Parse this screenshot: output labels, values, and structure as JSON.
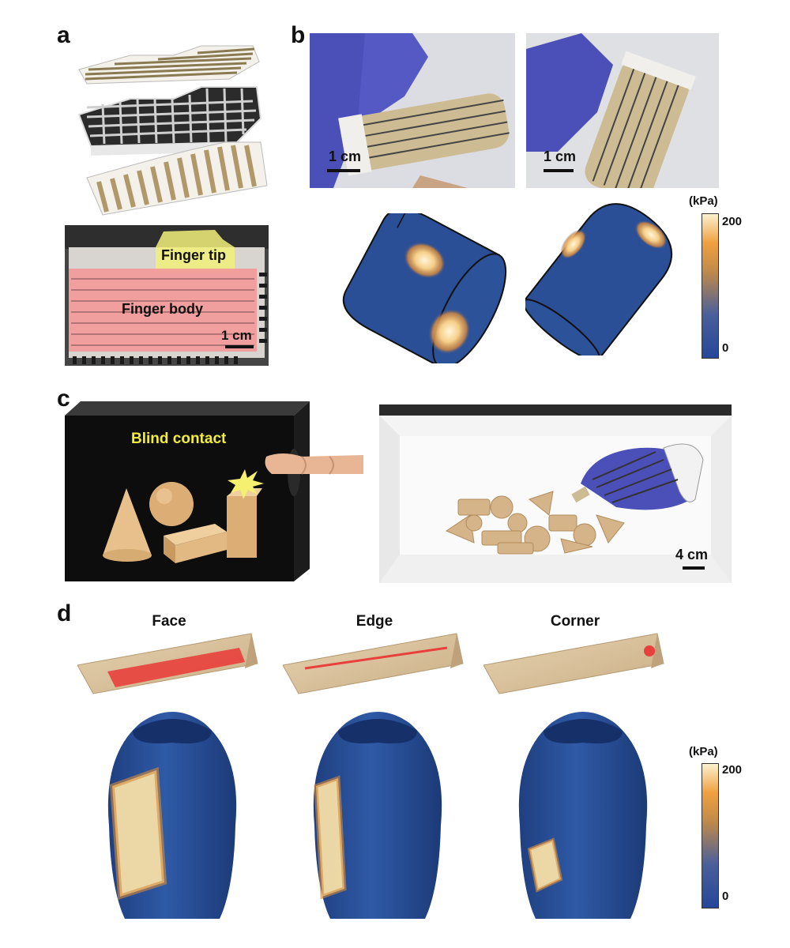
{
  "panels": {
    "a": {
      "label": "a",
      "photo_labels": {
        "tip": "Finger tip",
        "body": "Finger body"
      },
      "scale": "1 cm"
    },
    "b": {
      "label": "b",
      "scale_left": "1 cm",
      "scale_right": "1 cm",
      "colorbar": {
        "unit": "(kPa)",
        "max": "200",
        "min": "0"
      }
    },
    "c": {
      "label": "c",
      "illustration_text": "Blind contact",
      "scale": "4 cm"
    },
    "d": {
      "label": "d",
      "columns": [
        "Face",
        "Edge",
        "Corner"
      ],
      "colorbar": {
        "unit": "(kPa)",
        "max": "200",
        "min": "0"
      }
    }
  },
  "colors": {
    "glove": "#4b4fb8",
    "sensor_blue": "#2a4f96",
    "hot": "#f5e2b0",
    "contact_red": "#e8403c",
    "wood": "#d9c3a0",
    "tip_highlight": "#f2f07a",
    "body_highlight": "#f29a9a"
  }
}
